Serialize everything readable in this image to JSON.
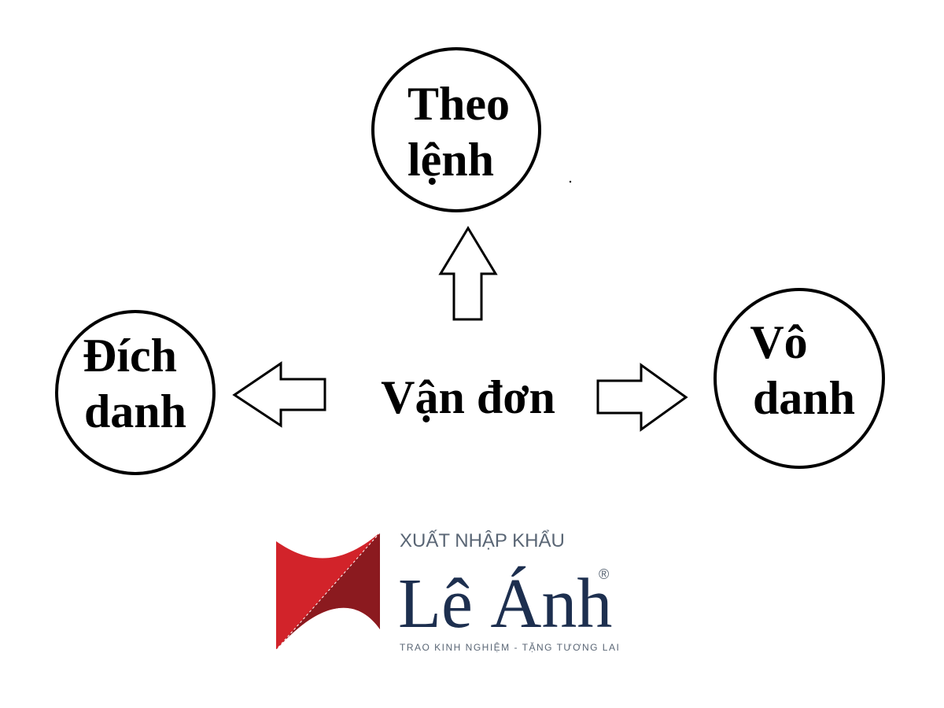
{
  "diagram": {
    "center": "Vận đơn",
    "top": [
      "Theo",
      "lệnh"
    ],
    "left": [
      "Đích",
      "danh"
    ],
    "right": [
      "Vô",
      "danh"
    ]
  },
  "logo": {
    "tagline_top": "XUẤT NHẬP KHẨU",
    "brand": "Lê Ánh",
    "registered": "®",
    "tagline_bottom": "TRAO KINH NGHIỆM - TẶNG TƯƠNG LAI",
    "colors": {
      "red": "#d2232a",
      "dark_red": "#8b1a1f",
      "navy": "#1d2f4f",
      "gray": "#5a6675"
    }
  }
}
